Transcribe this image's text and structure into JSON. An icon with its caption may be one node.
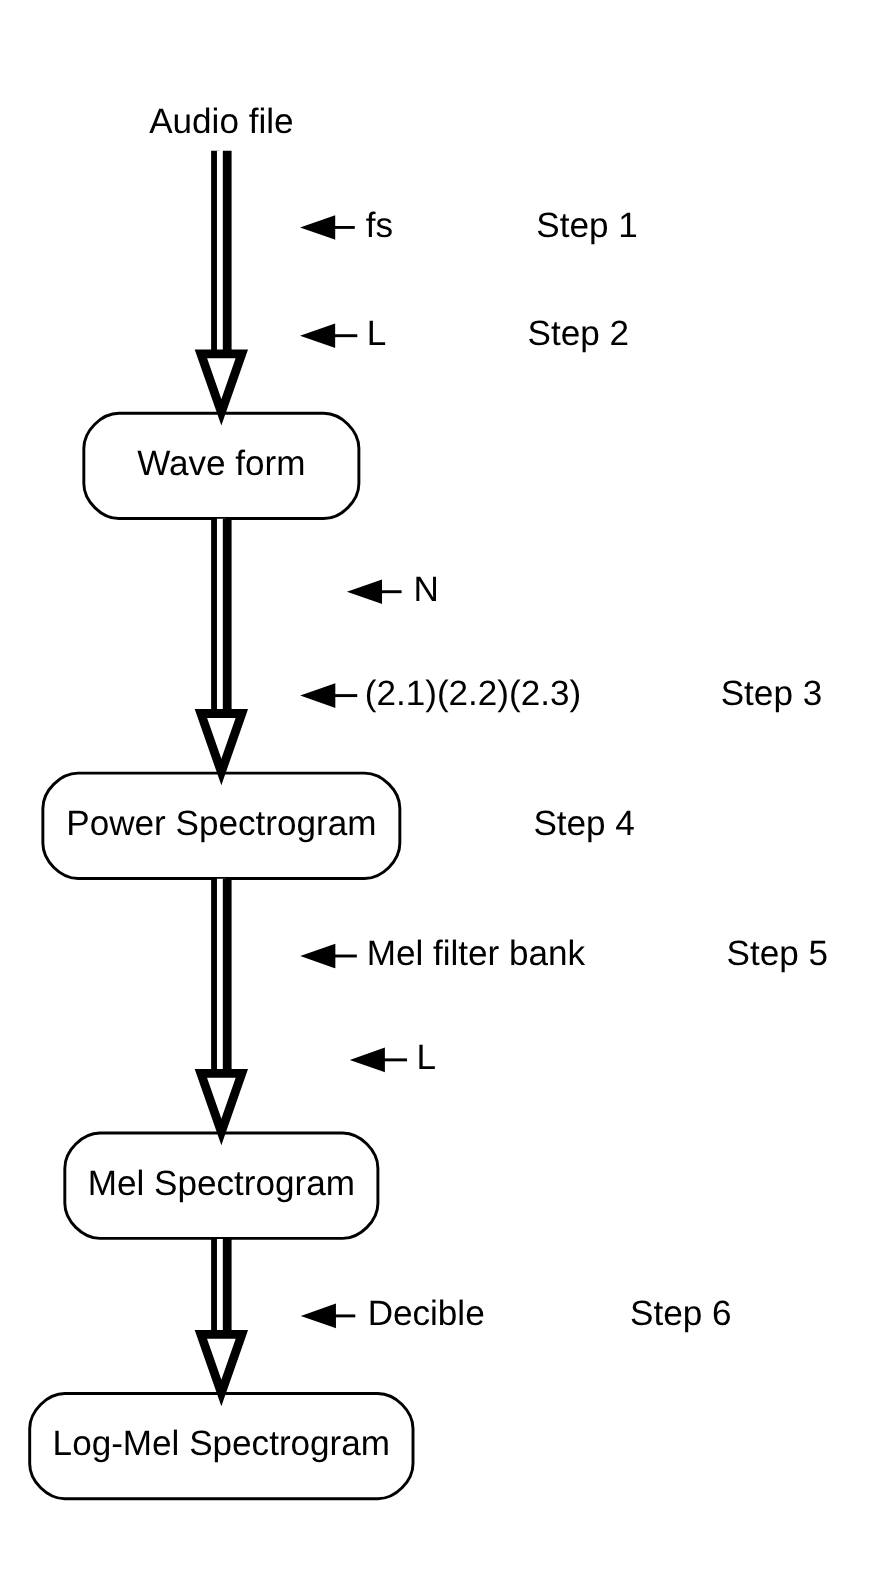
{
  "diagram": {
    "nodes": [
      {
        "text": [
          "Audio file"
        ]
      },
      {
        "text": [
          "fs"
        ]
      },
      {
        "text": [
          "L"
        ]
      },
      {
        "text": [
          "Wave form"
        ]
      },
      {
        "text": [
          "N"
        ]
      },
      {
        "text": [
          "(2.1)(2.2)(2.3)"
        ]
      },
      {
        "text": [
          "Power Spectrogram"
        ]
      },
      {
        "text": [
          "Mel filter bank"
        ]
      },
      {
        "text": [
          "L"
        ]
      },
      {
        "text": [
          "Mel Spectrogram"
        ]
      },
      {
        "text": [
          "Decible"
        ]
      },
      {
        "text": [
          "Log-Mel Spectrogram"
        ]
      }
    ],
    "edges": [
      {
        "from": 0,
        "to": 3,
        "arrow": "to",
        "style": "thick"
      },
      {
        "from": 1,
        "to": null,
        "arrow": "to"
      },
      {
        "from": 2,
        "to": null,
        "arrow": "to"
      },
      {
        "from": 3,
        "to": 6,
        "arrow": "to",
        "style": "thick"
      },
      {
        "from": 4,
        "to": null,
        "arrow": "to"
      },
      {
        "from": 5,
        "to": null,
        "arrow": "to"
      },
      {
        "from": 6,
        "to": 9,
        "arrow": "to",
        "style": "thick"
      },
      {
        "from": 7,
        "to": null,
        "arrow": "to"
      },
      {
        "from": 8,
        "to": null,
        "arrow": "to"
      },
      {
        "from": 9,
        "to": 11,
        "arrow": "to",
        "style": "thick"
      },
      {
        "from": 10,
        "to": null,
        "arrow": "to"
      }
    ],
    "labels": [
      "Step 1",
      "Step 2",
      "Step 3",
      "Step 4",
      "Step 5",
      "Step 6"
    ]
  }
}
